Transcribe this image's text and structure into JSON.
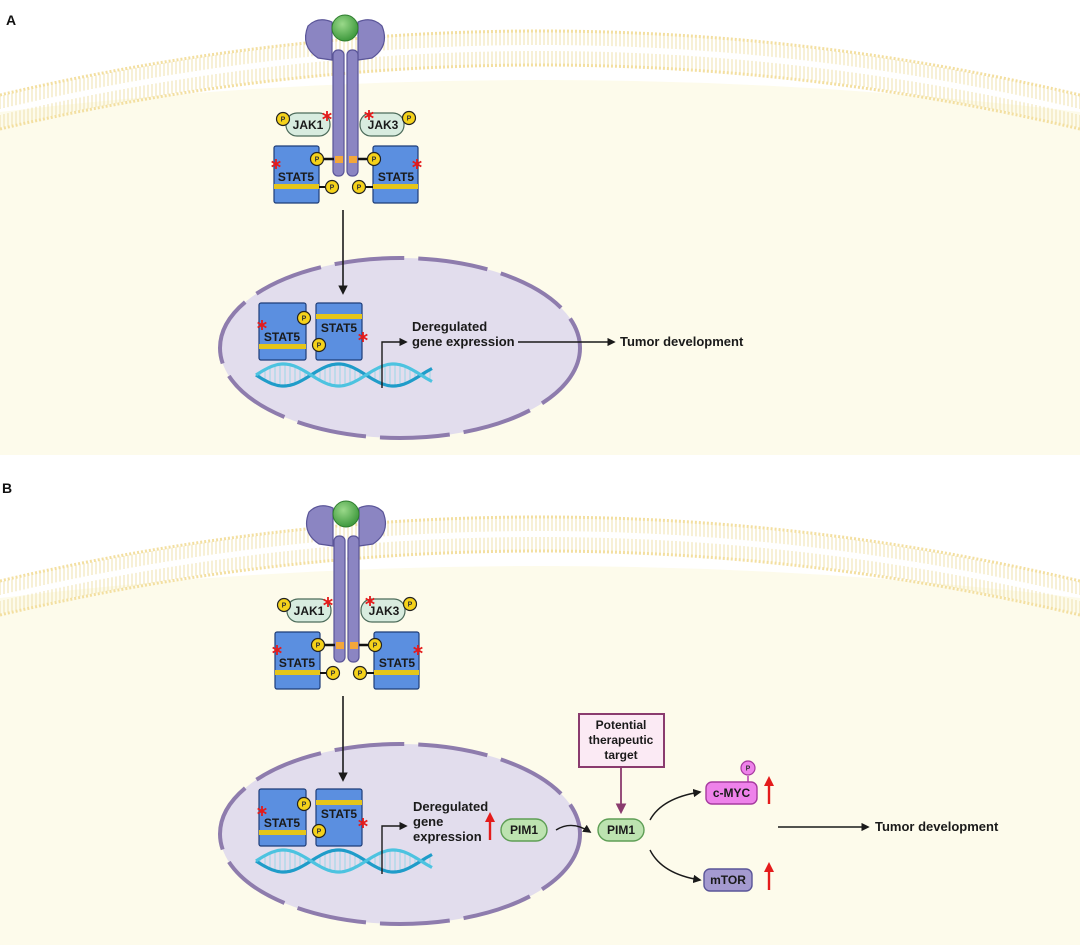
{
  "panel_a": {
    "label": "A",
    "jak_left": "JAK1",
    "jak_right": "JAK3",
    "stat_label": "STAT5",
    "phospho": "P",
    "gene_expression": [
      "Deregulated",
      "gene expression"
    ],
    "outcome": "Tumor development"
  },
  "panel_b": {
    "label": "B",
    "jak_left": "JAK1",
    "jak_right": "JAK3",
    "stat_label": "STAT5",
    "phospho": "P",
    "gene_expression": [
      "Deregulated",
      "gene",
      "expression"
    ],
    "pim1": "PIM1",
    "target_box": [
      "Potential",
      "therapeutic",
      "target"
    ],
    "cmyc": "c-MYC",
    "mtor": "mTOR",
    "outcome": "Tumor development"
  },
  "colors": {
    "cytoplasm": "#fdfbeb",
    "membrane": "#f0e4b4",
    "nucleus": "#e2dded",
    "nucleus_border": "#8e7cad",
    "receptor": "#8b85c2",
    "receptor_dark": "#5a5598",
    "ligand": "#5fb45c",
    "jak": "#d8ecdf",
    "stat": "#5b8fe0",
    "stat_band": "#e5c51a",
    "phospho": "#f5d21a",
    "pim1": "#bde3b0",
    "cmyc": "#ee82ea",
    "mtor": "#a49ad0",
    "target_border": "#8a3b6e",
    "up_arrow": "#e41b1b",
    "dna_a": "#1f9cc9",
    "dna_b": "#4dc3e0"
  }
}
